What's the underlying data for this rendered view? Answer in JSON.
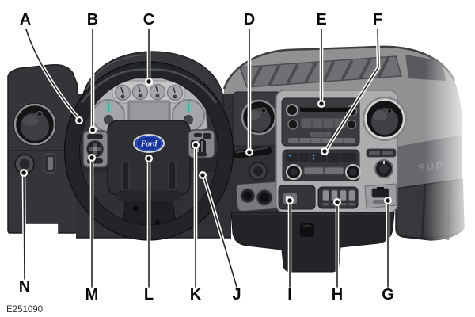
{
  "figure": {
    "code": "E251090",
    "emblem_text": "Ford",
    "embossed_text": "SUP",
    "colors": {
      "ford_blue": "#16339b",
      "needle_teal": "#3fb0ac",
      "callout_ink": "#0a0a0a"
    }
  },
  "callouts": [
    {
      "letter": "A"
    },
    {
      "letter": "B"
    },
    {
      "letter": "C"
    },
    {
      "letter": "D"
    },
    {
      "letter": "E"
    },
    {
      "letter": "F"
    },
    {
      "letter": "G"
    },
    {
      "letter": "H"
    },
    {
      "letter": "I"
    },
    {
      "letter": "J"
    },
    {
      "letter": "K"
    },
    {
      "letter": "L"
    },
    {
      "letter": "M"
    },
    {
      "letter": "N"
    }
  ]
}
